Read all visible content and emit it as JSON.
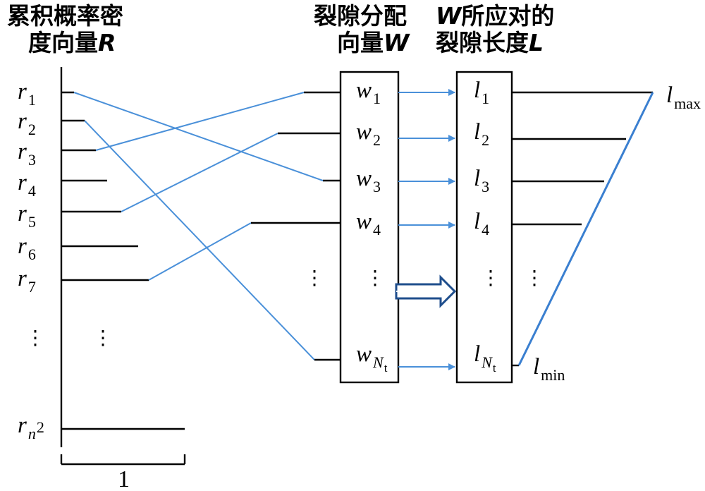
{
  "headers": {
    "R": {
      "line1": "累积概率密",
      "line2": "度向量",
      "symbol": "R"
    },
    "W": {
      "line1": "裂隙分配",
      "line2": "向量",
      "symbol": "W"
    },
    "L": {
      "symbol": "W",
      "line1": "所应对的",
      "line2": "裂隙长度",
      "symbol2": "L"
    }
  },
  "r_labels": [
    {
      "base": "r",
      "sub": "1"
    },
    {
      "base": "r",
      "sub": "2"
    },
    {
      "base": "r",
      "sub": "3"
    },
    {
      "base": "r",
      "sub": "4"
    },
    {
      "base": "r",
      "sub": "5"
    },
    {
      "base": "r",
      "sub": "6"
    },
    {
      "base": "r",
      "sub": "7"
    }
  ],
  "r_last": {
    "base": "r",
    "sub": "n",
    "sup": "2"
  },
  "w_labels": [
    {
      "base": "w",
      "sub": "1"
    },
    {
      "base": "w",
      "sub": "2"
    },
    {
      "base": "w",
      "sub": "3"
    },
    {
      "base": "w",
      "sub": "4"
    }
  ],
  "w_last": {
    "base": "w",
    "sub": "N",
    "subsub": "t"
  },
  "l_labels": [
    {
      "base": "l",
      "sub": "1"
    },
    {
      "base": "l",
      "sub": "2"
    },
    {
      "base": "l",
      "sub": "3"
    },
    {
      "base": "l",
      "sub": "4"
    }
  ],
  "l_last": {
    "base": "l",
    "sub": "N",
    "subsub": "t"
  },
  "l_max": {
    "base": "l",
    "sub": "max"
  },
  "l_min": {
    "base": "l",
    "sub": "min"
  },
  "ellipsis": "⋮",
  "unit_label": "1",
  "colors": {
    "link": "#4a90d9",
    "arrow": "#1f4e8c",
    "line": "#000000"
  }
}
